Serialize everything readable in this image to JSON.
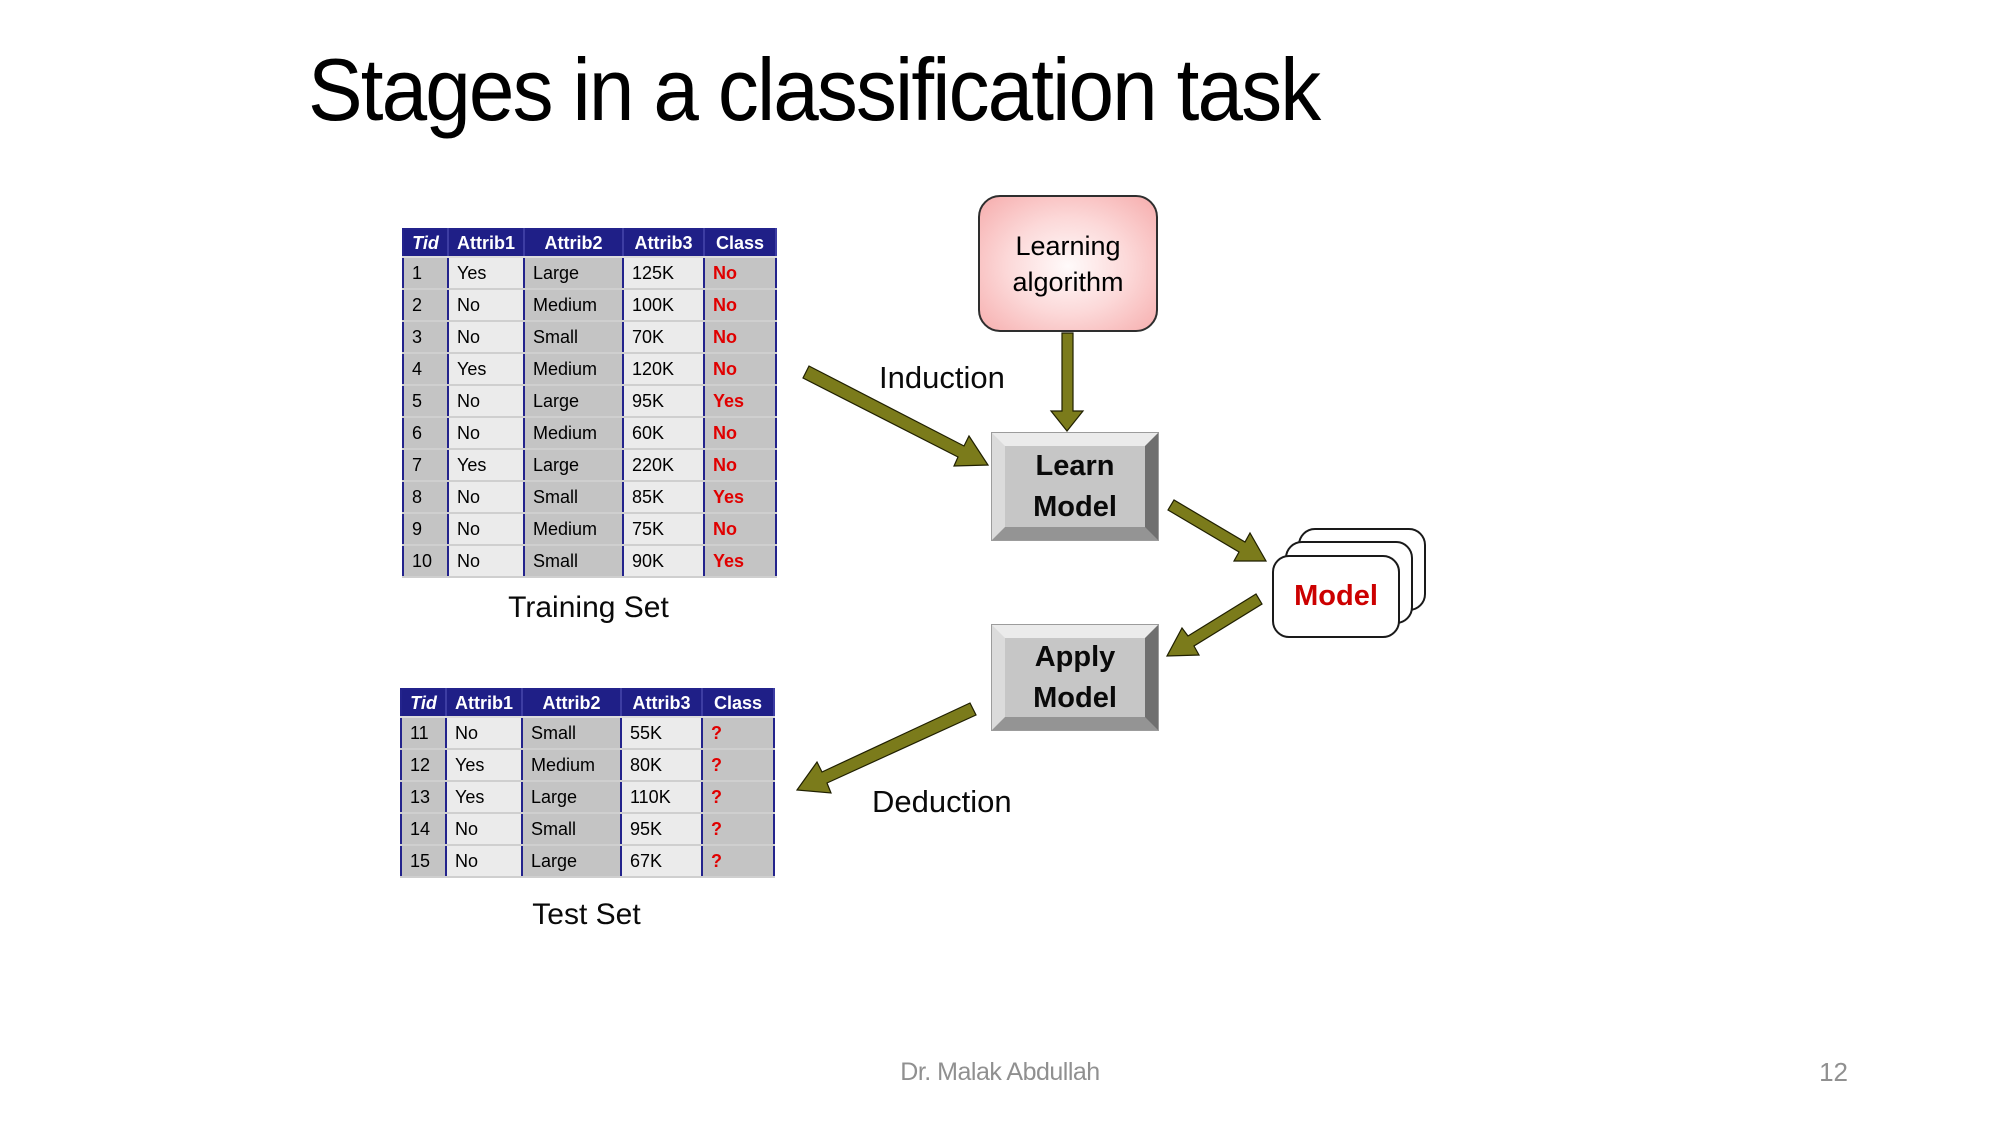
{
  "slide": {
    "title": "Stages in a classification task",
    "footer": {
      "author": "Dr. Malak Abdullah",
      "page_number": "12"
    }
  },
  "diagram": {
    "learning_algorithm_label": "Learning algorithm",
    "induction_label": "Induction",
    "learn_model_label": "Learn Model",
    "model_label": "Model",
    "apply_model_label": "Apply Model",
    "deduction_label": "Deduction"
  },
  "training_table": {
    "caption": "Training Set",
    "headers": [
      "Tid",
      "Attrib1",
      "Attrib2",
      "Attrib3",
      "Class"
    ],
    "rows": [
      [
        "1",
        "Yes",
        "Large",
        "125K",
        "No"
      ],
      [
        "2",
        "No",
        "Medium",
        "100K",
        "No"
      ],
      [
        "3",
        "No",
        "Small",
        "70K",
        "No"
      ],
      [
        "4",
        "Yes",
        "Medium",
        "120K",
        "No"
      ],
      [
        "5",
        "No",
        "Large",
        "95K",
        "Yes"
      ],
      [
        "6",
        "No",
        "Medium",
        "60K",
        "No"
      ],
      [
        "7",
        "Yes",
        "Large",
        "220K",
        "No"
      ],
      [
        "8",
        "No",
        "Small",
        "85K",
        "Yes"
      ],
      [
        "9",
        "No",
        "Medium",
        "75K",
        "No"
      ],
      [
        "10",
        "No",
        "Small",
        "90K",
        "Yes"
      ]
    ]
  },
  "test_table": {
    "caption": "Test Set",
    "headers": [
      "Tid",
      "Attrib1",
      "Attrib2",
      "Attrib3",
      "Class"
    ],
    "rows": [
      [
        "11",
        "No",
        "Small",
        "55K",
        "?"
      ],
      [
        "12",
        "Yes",
        "Medium",
        "80K",
        "?"
      ],
      [
        "13",
        "Yes",
        "Large",
        "110K",
        "?"
      ],
      [
        "14",
        "No",
        "Small",
        "95K",
        "?"
      ],
      [
        "15",
        "No",
        "Large",
        "67K",
        "?"
      ]
    ]
  },
  "colors": {
    "header_navy": "#1F1F87",
    "cell_gray": "#C4C4C4",
    "cell_light": "#EBEBEB",
    "class_red": "#E00000",
    "model_red": "#CC0000",
    "arrow_olive": "#7B7B1B"
  }
}
